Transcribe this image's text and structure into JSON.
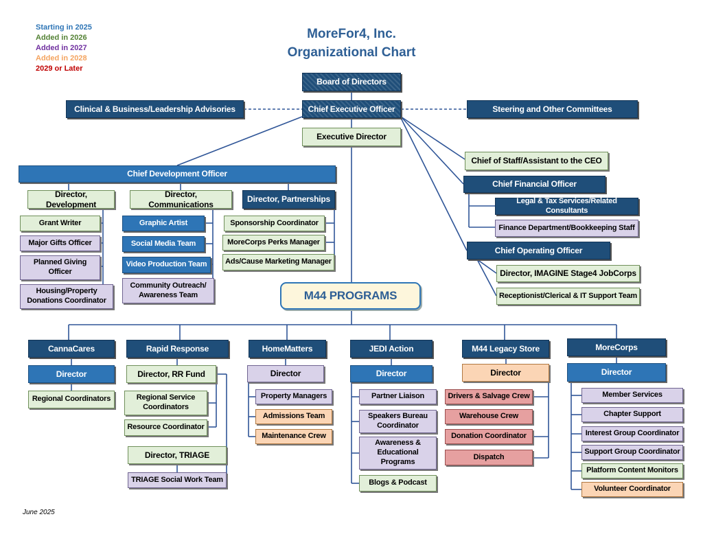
{
  "title": {
    "line1": "MoreFor4, Inc.",
    "line2": "Organizational Chart"
  },
  "legend": [
    {
      "text": "Starting in 2025",
      "color": "#2e75b6"
    },
    {
      "text": "Added in 2026",
      "color": "#548235"
    },
    {
      "text": "Added in 2027",
      "color": "#7030a0"
    },
    {
      "text": "Added in 2028",
      "color": "#f4a460"
    },
    {
      "text": "2029 or Later",
      "color": "#c00000"
    }
  ],
  "date": "June 2025",
  "executive": {
    "board": "Board of Directors",
    "ceo": "Chief Executive Officer",
    "advisories": "Clinical & Business/Leadership Advisories",
    "committees": "Steering and  Other Committees",
    "exec_director": "Executive Director",
    "chief_of_staff": "Chief of Staff/Assistant to the CEO",
    "cfo": "Chief Financial Officer",
    "legal": "Legal & Tax Services/Related Consultants",
    "finance": "Finance Department/Bookkeeping Staff",
    "coo": "Chief Operating Officer",
    "imagine": "Director, IMAGINE Stage4 JobCorps",
    "receptionist": "Receptionist/Clerical & IT Support Team"
  },
  "development": {
    "cdo": "Chief Development Officer",
    "dir_development": "Director, Development",
    "dir_communications": "Director, Communications",
    "dir_partnerships": "Director, Partnerships",
    "grant_writer": "Grant Writer",
    "major_gifts": "Major Gifts Officer",
    "planned_giving": "Planned Giving Officer",
    "housing": "Housing/Property Donations Coordinator",
    "graphic_artist": "Graphic Artist",
    "social_media": "Social Media Team",
    "video": "Video Production Team",
    "outreach": "Community Outreach/ Awareness Team",
    "sponsorship": "Sponsorship Coordinator",
    "perks": "MoreCorps Perks Manager",
    "ads": "Ads/Cause Marketing Manager"
  },
  "programs": {
    "label": "M44 PROGRAMS",
    "cannacares": {
      "name": "CannaCares",
      "director": "Director",
      "items": [
        "Regional Coordinators"
      ]
    },
    "rapid": {
      "name": "Rapid Response",
      "director": "Director, RR Fund",
      "items": [
        "Regional Service Coordinators",
        "Resource Coordinator"
      ],
      "triage": "Director, TRIAGE",
      "triage_team": "TRIAGE Social Work Team"
    },
    "homematters": {
      "name": "HomeMatters",
      "director": "Director",
      "items": [
        "Property Managers",
        "Admissions  Team",
        "Maintenance Crew"
      ]
    },
    "jedi": {
      "name": "JEDI Action",
      "director": "Director",
      "items": [
        "Partner Liaison",
        "Speakers Bureau Coordinator",
        "Awareness & Educational Programs",
        "Blogs & Podcast"
      ]
    },
    "legacy": {
      "name": "M44 Legacy Store",
      "director": "Director",
      "items": [
        "Drivers & Salvage Crew",
        "Warehouse Crew",
        "Donation Coordinator",
        "Dispatch"
      ]
    },
    "morecorps": {
      "name": "MoreCorps",
      "director": "Director",
      "items": [
        "Member Services",
        "Chapter Support",
        "Interest Group Coordinator",
        "Support Group Coordinator",
        "Platform Content Monitors",
        "Volunteer Coordinator"
      ]
    }
  }
}
